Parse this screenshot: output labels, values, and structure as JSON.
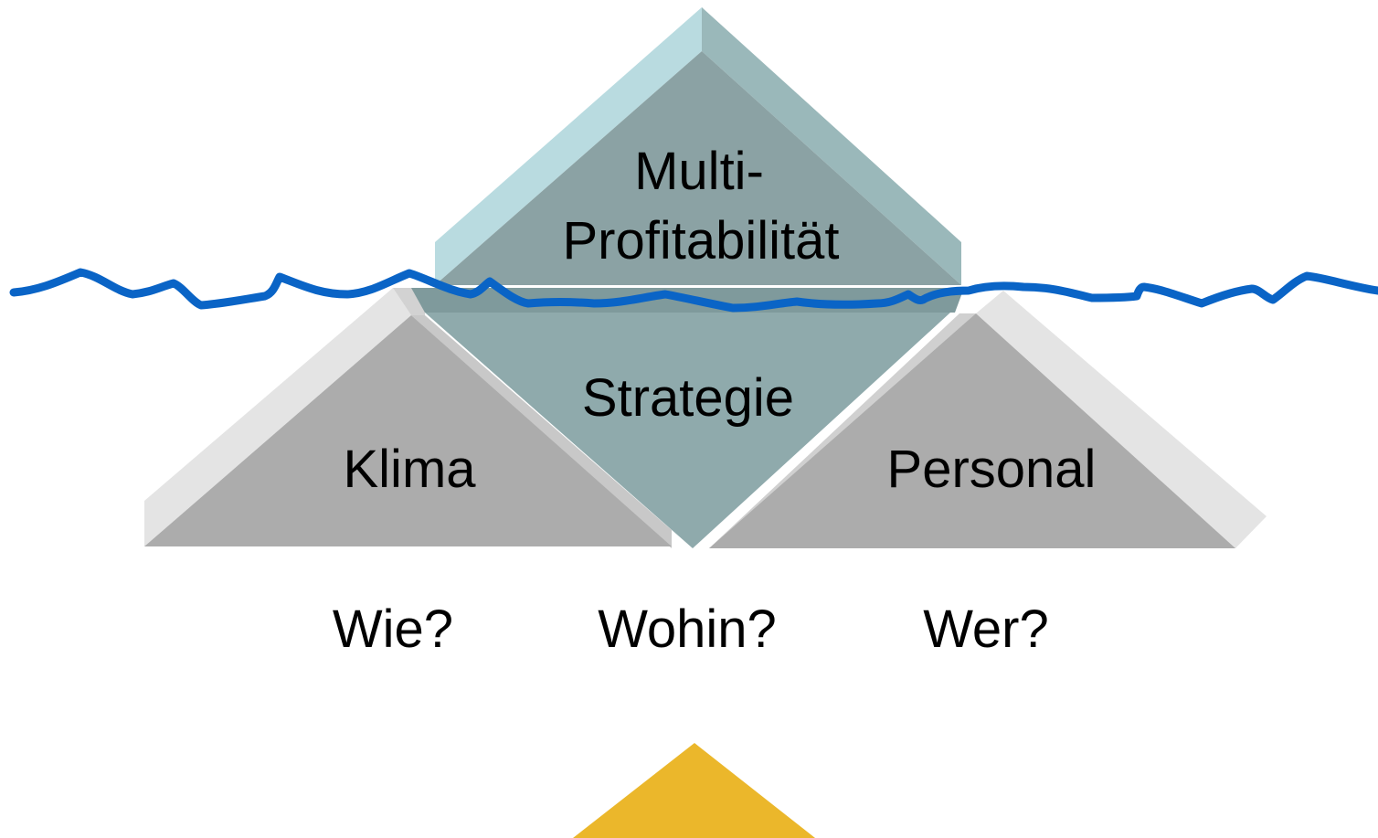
{
  "diagram": {
    "top_triangle": {
      "line1": "Multi-",
      "line2": "Profitabilität"
    },
    "center_diamond": {
      "label": "Strategie"
    },
    "left_triangle": {
      "label": "Klima"
    },
    "right_triangle": {
      "label": "Personal"
    },
    "questions": {
      "left": "Wie?",
      "center": "Wohin?",
      "right": "Wer?"
    }
  },
  "colors": {
    "teal_light": "#b9dbe0",
    "teal_mid": "#9ab8ba",
    "teal_face": "#8ba2a4",
    "teal_lower": "#8faaac",
    "gray_face": "#acacac",
    "gray_light": "#e4e4e4",
    "gray_edge": "#c6c6c6",
    "water_line": "#0a64c6",
    "arrow_yellow": "#ebb72b"
  }
}
